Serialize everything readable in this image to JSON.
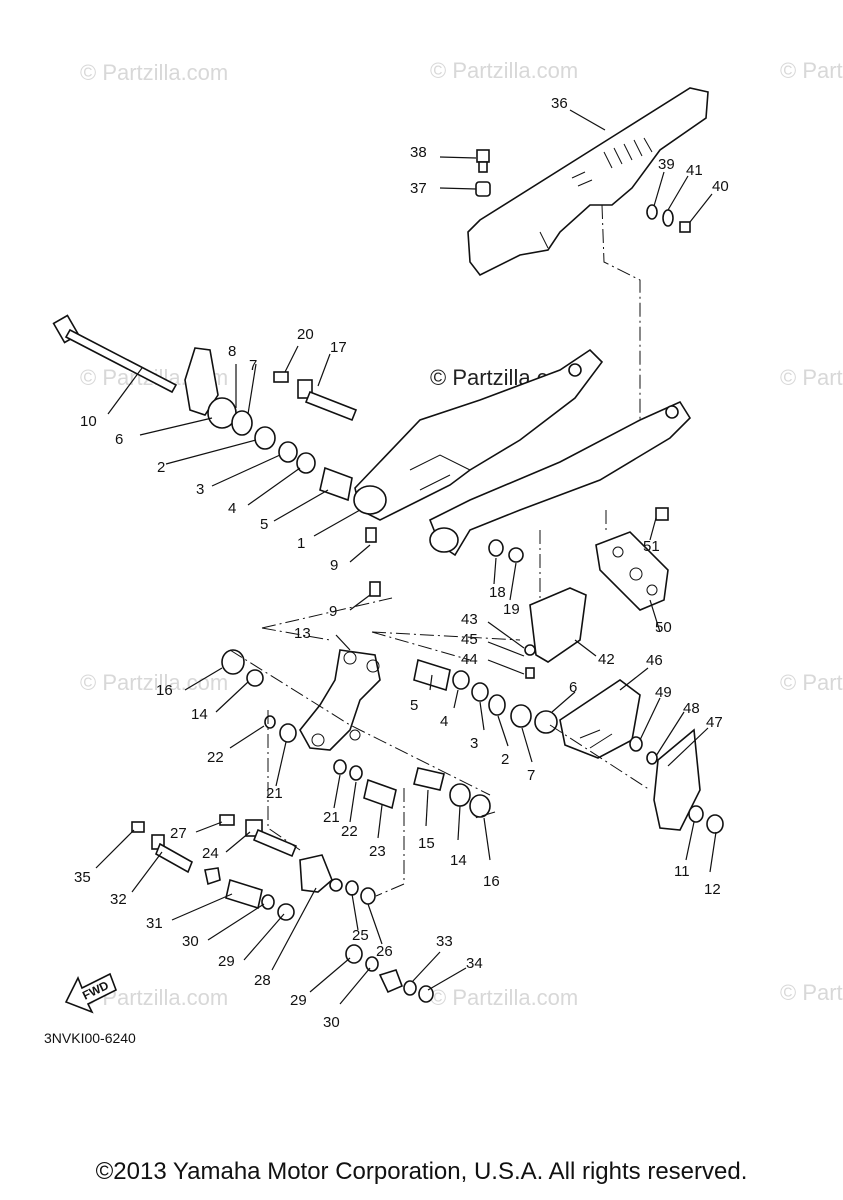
{
  "watermark": "© Partzilla.com",
  "watermark_center": "© Partzilla.com",
  "diagram_code": "3NVKI00-6240",
  "fwd_label": "FWD",
  "copyright": "©2013 Yamaha Motor Corporation, U.S.A. All rights reserved.",
  "labels": {
    "p1": "1",
    "p2a": "2",
    "p2b": "2",
    "p3a": "3",
    "p3b": "3",
    "p4a": "4",
    "p4b": "4",
    "p5a": "5",
    "p5b": "5",
    "p6a": "6",
    "p6b": "6",
    "p7a": "7",
    "p7b": "7",
    "p8": "8",
    "p9a": "9",
    "p9b": "9",
    "p10": "10",
    "p11": "11",
    "p12": "12",
    "p13": "13",
    "p14a": "14",
    "p14b": "14",
    "p15": "15",
    "p16a": "16",
    "p16b": "16",
    "p17": "17",
    "p18": "18",
    "p19": "19",
    "p20": "20",
    "p21a": "21",
    "p21b": "21",
    "p22a": "22",
    "p22b": "22",
    "p23": "23",
    "p24": "24",
    "p25": "25",
    "p26": "26",
    "p27": "27",
    "p28": "28",
    "p29a": "29",
    "p29b": "29",
    "p30a": "30",
    "p30b": "30",
    "p31": "31",
    "p32": "32",
    "p33": "33",
    "p34": "34",
    "p35": "35",
    "p36": "36",
    "p37": "37",
    "p38": "38",
    "p39": "39",
    "p40": "40",
    "p41": "41",
    "p42": "42",
    "p43": "43",
    "p44": "44",
    "p45": "45",
    "p46": "46",
    "p47": "47",
    "p48": "48",
    "p49": "49",
    "p50": "50",
    "p51": "51"
  }
}
